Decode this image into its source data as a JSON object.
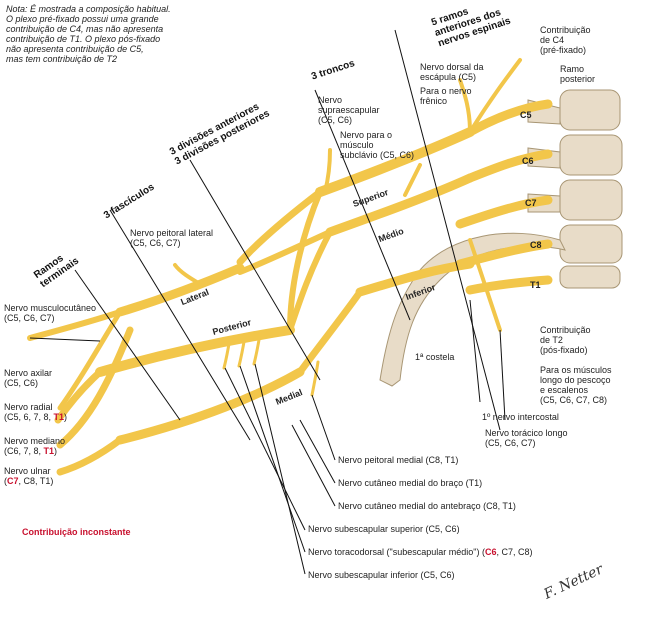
{
  "note": {
    "lines": [
      "Nota: É mostrada a composição habitual.",
      "O plexo pré-fixado possui uma grande",
      "contribuição de C4, mas não apresenta",
      "contribuição de T1. O plexo pós-fixado",
      "não apresenta contribuição de C5,",
      "mas tem contribuição de T2"
    ]
  },
  "sections": {
    "roots": [
      "5 ramos",
      "anteriores dos",
      "nervos espinais"
    ],
    "trunks": "3 troncos",
    "divisions": [
      "3 divisões anteriores",
      "3 divisões posteriores"
    ],
    "cords": "3 fascículos",
    "terminals": [
      "Ramos",
      "terminais"
    ]
  },
  "roots": [
    "C5",
    "C6",
    "C7",
    "C8",
    "T1"
  ],
  "trunks": {
    "superior": "Superior",
    "middle": "Médio",
    "inferior": "Inferior"
  },
  "cords": {
    "lateral": "Lateral",
    "posterior": "Posterior",
    "medial": "Medial"
  },
  "rib": "1ª costela",
  "top_labels": {
    "c4": [
      "Contribuição",
      "de C4",
      "(pré-fixado)"
    ],
    "ramus": [
      "Ramo",
      "posterior"
    ],
    "dorsal_scapular": [
      "Nervo dorsal da",
      "escápula (C5)"
    ],
    "phrenic": [
      "Para o nervo",
      "frênico"
    ],
    "suprascapular": [
      "Nervo",
      "supraescapular",
      "(C5, C6)"
    ],
    "subclavius": [
      "Nervo para o",
      "músculo",
      "subclávio (C5, C6)"
    ],
    "lateral_pectoral": [
      "Nervo peitoral lateral",
      "(C5, C6, C7)"
    ]
  },
  "right_labels": {
    "t2": [
      "Contribuição",
      "de T2",
      "(pós-fixado)"
    ],
    "longus": [
      "Para os músculos",
      "longo do pescoço",
      "e escalenos",
      "(C5, C6, C7, C8)"
    ],
    "intercostal": "1º nervo intercostal",
    "long_thoracic": [
      "Nervo torácico longo",
      "(C5, C6, C7)"
    ]
  },
  "left_labels": {
    "musculocutaneous": [
      "Nervo musculocutâneo",
      "(C5, C6, C7)"
    ],
    "axillary": [
      "Nervo axilar",
      "(C5, C6)"
    ],
    "radial": {
      "name": "Nervo radial",
      "prefix": "(C5, 6, 7, 8, ",
      "red": "T1",
      "suffix": ")"
    },
    "median": {
      "name": "Nervo mediano",
      "prefix": "(C6, 7, 8, ",
      "red": "T1",
      "suffix": ")"
    },
    "ulnar": {
      "name": "Nervo ulnar",
      "prefix": "(",
      "red": "C7",
      "suffix": ", C8, T1)"
    }
  },
  "bottom_labels": {
    "medial_pectoral": "Nervo peitoral medial (C8, T1)",
    "medial_cut_arm": "Nervo cutâneo medial do braço (T1)",
    "medial_cut_forearm": "Nervo cutâneo medial do antebraço (C8, T1)",
    "upper_subscapular": "Nervo subescapular superior (C5, C6)",
    "thoracodorsal": {
      "prefix": "Nervo toracodorsal (\"subescapular médio\") (",
      "red": "C6",
      "suffix": ", C7,  C8)"
    },
    "lower_subscapular": "Nervo subescapular inferior (C5, C6)"
  },
  "legend": "Contribuição inconstante",
  "signature": "F. Netter",
  "colors": {
    "nerve": "#f2c64a",
    "nerve_dark": "#c9962a",
    "bone": "#e8dcc8",
    "red": "#c8102e"
  }
}
